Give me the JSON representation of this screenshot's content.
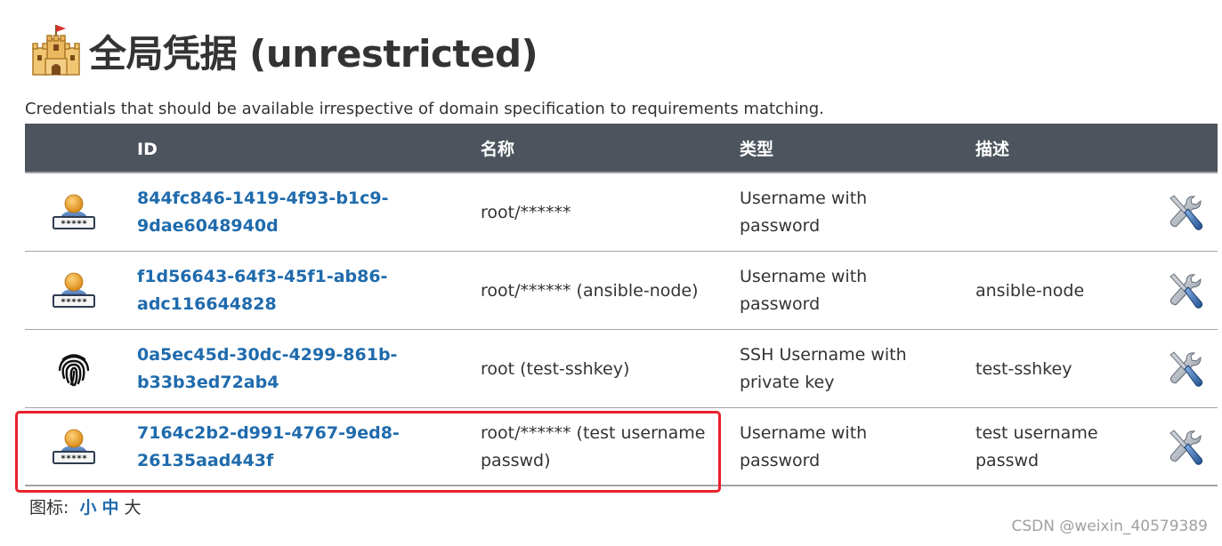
{
  "header": {
    "title": "全局凭据 (unrestricted)",
    "icon": "castle-icon"
  },
  "description": "Credentials that should be available irrespective of domain specification to requirements matching.",
  "table": {
    "columns": [
      "ID",
      "名称",
      "类型",
      "描述"
    ],
    "rows": [
      {
        "type_icon": "user-password-icon",
        "id_lines": [
          "844fc846-1419-4f93-b1c9-",
          "9dae6048940d"
        ],
        "name_lines": [
          "root/******"
        ],
        "kind_lines": [
          "Username with",
          "password"
        ],
        "desc_lines": [
          ""
        ]
      },
      {
        "type_icon": "user-password-icon",
        "id_lines": [
          "f1d56643-64f3-45f1-ab86-",
          "adc116644828"
        ],
        "name_lines": [
          "root/****** (ansible-node)"
        ],
        "kind_lines": [
          "Username with",
          "password"
        ],
        "desc_lines": [
          "ansible-node"
        ]
      },
      {
        "type_icon": "fingerprint-icon",
        "id_lines": [
          "0a5ec45d-30dc-4299-861b-",
          "b33b3ed72ab4"
        ],
        "name_lines": [
          "root (test-sshkey)"
        ],
        "kind_lines": [
          "SSH Username with",
          "private key"
        ],
        "desc_lines": [
          "test-sshkey"
        ]
      },
      {
        "type_icon": "user-password-icon",
        "id_lines": [
          "7164c2b2-d991-4767-9ed8-",
          "26135aad443f"
        ],
        "name_lines": [
          "root/****** (test username",
          "passwd)"
        ],
        "kind_lines": [
          "Username with",
          "password"
        ],
        "desc_lines": [
          "test username",
          "passwd"
        ]
      }
    ]
  },
  "icon_size": {
    "label": "图标:",
    "small": "小",
    "medium": "中",
    "large": "大"
  },
  "watermark": "CSDN @weixin_40579389",
  "colors": {
    "header_bg": "#4d545d",
    "link": "#1f6bad",
    "highlight": "#e8212c"
  }
}
